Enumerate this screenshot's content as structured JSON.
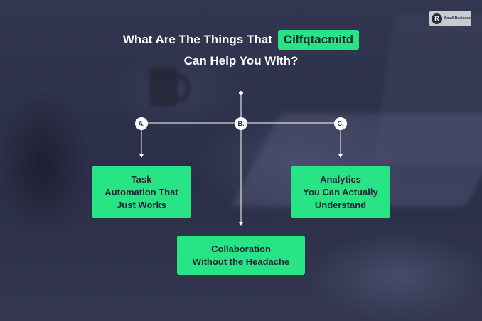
{
  "logo": {
    "mark": "R",
    "text": "Small Business"
  },
  "title": {
    "prefix": "What Are The Things That",
    "brand": "Cilfqtacmitd",
    "line2": "Can Help You With?"
  },
  "markers": [
    "A.",
    "B.",
    "C."
  ],
  "boxes": {
    "a": {
      "lines": [
        "Task",
        "Automation That",
        "Just Works"
      ]
    },
    "b": {
      "lines": [
        "Collaboration",
        "Without the Headache"
      ]
    },
    "c": {
      "lines": [
        "Analytics",
        "You Can Actually",
        "Understand"
      ]
    }
  },
  "colors": {
    "accent": "#27e585",
    "text_dark": "#1f2238",
    "background": "#2c2f47"
  }
}
